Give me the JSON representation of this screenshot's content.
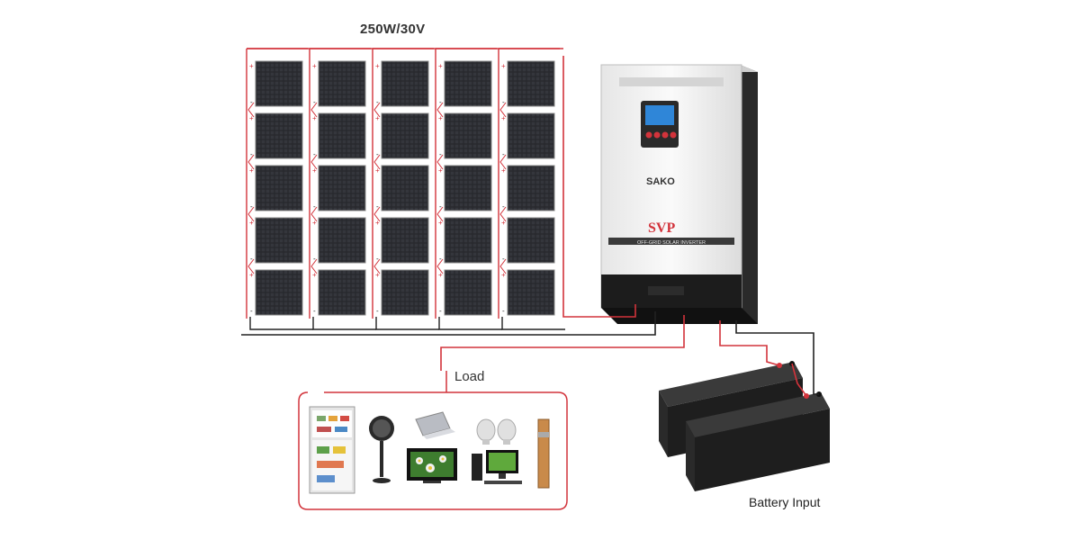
{
  "diagram": {
    "panel_rating": "250W/30V",
    "load_label": "Load",
    "battery_label": "Battery Input",
    "inverter": {
      "brand": "SAKO",
      "model_logo": "SVP",
      "subtitle": "OFF-GRID SOLAR INVERTER"
    },
    "array": {
      "strings": 5,
      "panels_per_string": 5,
      "polarity_plus": "+",
      "polarity_minus": "-"
    },
    "loads": [
      "refrigerator-icon",
      "fan-icon",
      "laptop-icon",
      "bulbs-icon",
      "pump-icon",
      "tv-icon",
      "desktop-computer-icon"
    ],
    "batteries": 2,
    "colors": {
      "positive_wire": "#d2333b",
      "negative_wire": "#222222",
      "panel_cell": "#1f2024",
      "inverter_body": "#f2f2f2",
      "inverter_base": "#1c1c1c"
    }
  }
}
